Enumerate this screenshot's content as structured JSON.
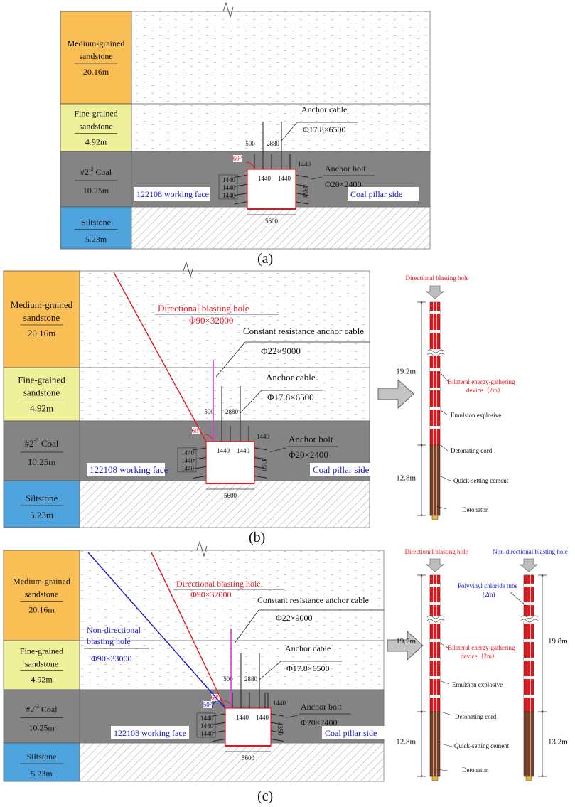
{
  "layers": {
    "medium": {
      "name_l1": "Medium-grained",
      "name_l2": "sandstone",
      "thickness": "20.16m",
      "color": "#F9BF54"
    },
    "fine": {
      "name_l1": "Fine-grained",
      "name_l2": "sandstone",
      "thickness": "4.92m",
      "color": "#EEF09A"
    },
    "coal": {
      "name_main": "#2",
      "name_sup": "-2",
      "name_tail": " Coal",
      "thickness": "10.25m",
      "color": "#848484"
    },
    "silt": {
      "name_l1": "Siltstone",
      "thickness": "5.23m",
      "color": "#4FA3DD"
    }
  },
  "labels": {
    "anchor_cable": "Anchor cable",
    "anchor_cable_spec": "Φ17.8×6500",
    "anchor_bolt": "Anchor bolt",
    "anchor_bolt_spec": "Φ20×2400",
    "working_face": "122108 working face",
    "pillar_side": "Coal pillar side",
    "directional_hole": "Directional blasting hole",
    "directional_spec": "Φ90×32000",
    "const_cable": "Constant resistance anchor cable",
    "const_cable_spec": "Φ22×9000",
    "nondir_hole_l1": "Non-directional",
    "nondir_hole_l2": "blasting hole",
    "nondir_spec": "Φ90×33000",
    "angle_60": "60°",
    "angle_50": "50°"
  },
  "dims": {
    "d500": "500",
    "d2880": "2880",
    "d1440": "1440",
    "d4350": "4350",
    "d5600": "5600"
  },
  "panel_labels": {
    "a": "(a)",
    "b": "(b)",
    "c": "(c)"
  },
  "charge": {
    "dir_title": "Directional blasting hole",
    "nondir_title": "Non-directional blasting hole",
    "len_top_dir": "19.2m",
    "len_bot_dir": "12.8m",
    "len_top_nondir": "19.8m",
    "len_bot_nondir": "13.2m",
    "bilateral_l1": "Bilateral energy-gathering",
    "bilateral_l2": "device（2m）",
    "pvc_l1": "Polyvinyl chloride tube",
    "pvc_l2": "(2m)",
    "emulsion": "Emulsion explosive",
    "cord": "Detonating cord",
    "cement": "Quick-setting cement",
    "detonator": "Detonator"
  },
  "colors": {
    "red": "#E8141C",
    "blue": "#1515D8",
    "magenta": "#D43BD8",
    "cement": "#7A3E22",
    "bg_grey": "#848484",
    "arrow": "#BDBDBD"
  }
}
